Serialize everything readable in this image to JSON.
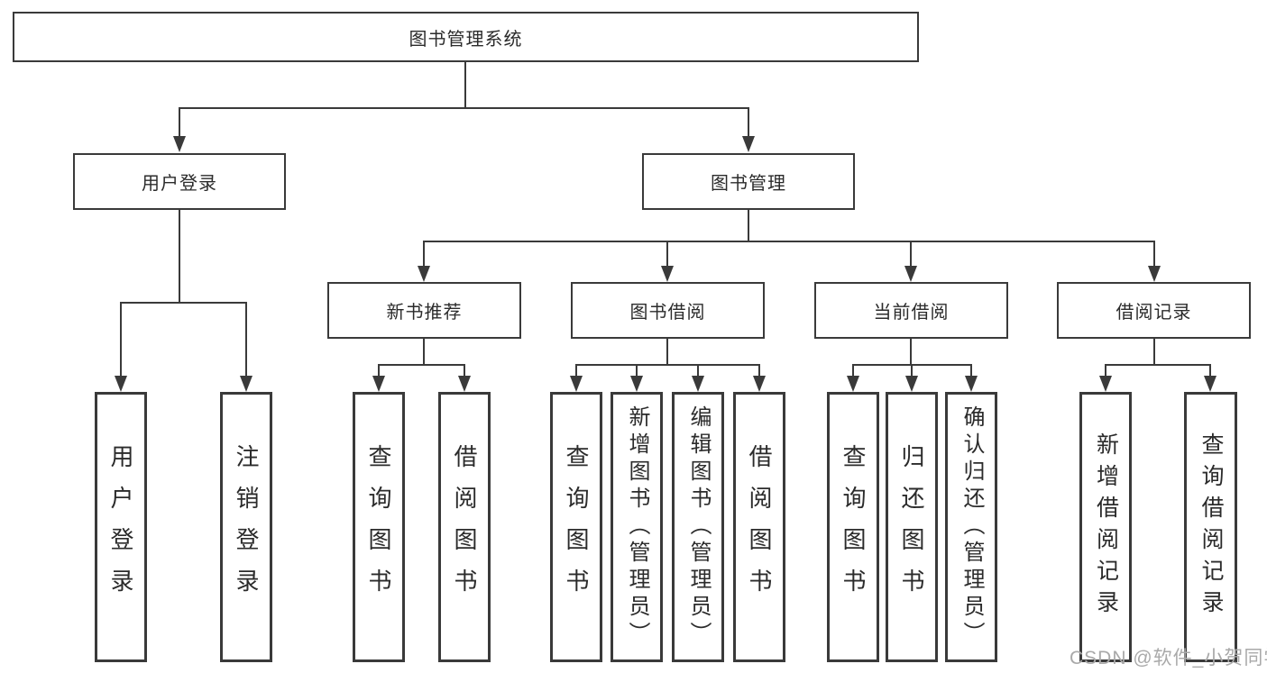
{
  "colors": {
    "line": "#3a3a3a",
    "text": "#2b2b2b",
    "watermark": "#a9a9a9",
    "background": "#ffffff"
  },
  "watermark": {
    "text": "CSDN @软件_小贺同学"
  },
  "diagram": {
    "type": "tree",
    "root": {
      "label": "图书管理系统"
    },
    "level2": [
      {
        "label": "用户登录",
        "parent": "图书管理系统"
      },
      {
        "label": "图书管理",
        "parent": "图书管理系统"
      }
    ],
    "level3": [
      {
        "label": "新书推荐",
        "parent": "图书管理"
      },
      {
        "label": "图书借阅",
        "parent": "图书管理"
      },
      {
        "label": "当前借阅",
        "parent": "图书管理"
      },
      {
        "label": "借阅记录",
        "parent": "图书管理"
      }
    ],
    "leaves": [
      {
        "label": "用户登录",
        "parent": "用户登录"
      },
      {
        "label": "注销登录",
        "parent": "用户登录"
      },
      {
        "label": "查询图书",
        "parent": "新书推荐"
      },
      {
        "label": "借阅图书",
        "parent": "新书推荐"
      },
      {
        "label": "查询图书",
        "parent": "图书借阅"
      },
      {
        "label": "新增图书（管理员）",
        "parent": "图书借阅"
      },
      {
        "label": "编辑图书（管理员）",
        "parent": "图书借阅"
      },
      {
        "label": "借阅图书",
        "parent": "图书借阅"
      },
      {
        "label": "查询图书",
        "parent": "当前借阅"
      },
      {
        "label": "归还图书",
        "parent": "当前借阅"
      },
      {
        "label": "确认归还（管理员）",
        "parent": "当前借阅"
      },
      {
        "label": "新增借阅记录",
        "parent": "借阅记录"
      },
      {
        "label": "查询借阅记录",
        "parent": "借阅记录"
      }
    ]
  }
}
